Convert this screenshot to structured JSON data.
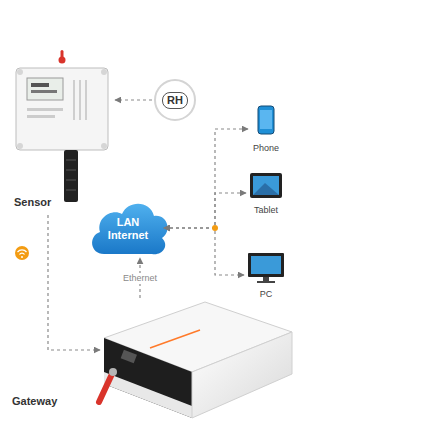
{
  "diagram": {
    "nodes": [
      {
        "text": [
          "Sensor"
        ]
      },
      {
        "text": [
          "RH"
        ]
      },
      {
        "text": [
          "LAN Internet"
        ]
      },
      {
        "text": [
          "Phone"
        ]
      },
      {
        "text": [
          "Tablet"
        ]
      },
      {
        "text": [
          "PC"
        ]
      },
      {
        "text": [
          "Gateway"
        ]
      }
    ],
    "edges": [
      {
        "from": 1,
        "to": 0,
        "arrow": "to"
      },
      {
        "from": 2,
        "to": 3,
        "arrow": "both"
      },
      {
        "from": 2,
        "to": 4,
        "arrow": "both"
      },
      {
        "from": 2,
        "to": 5,
        "arrow": "both"
      },
      {
        "from": 6,
        "to": 2,
        "label": "Ethernet",
        "arrow": "to"
      },
      {
        "from": 0,
        "to": 6,
        "arrow": "to"
      }
    ]
  }
}
